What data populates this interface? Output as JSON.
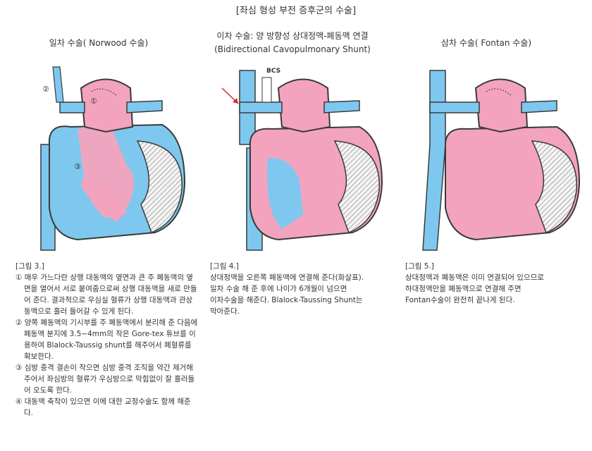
{
  "page_title": "[좌심 형성 부전 증후군의 수술]",
  "columns": [
    {
      "title_lines": [
        "일차 수술( Norwood 수술)"
      ],
      "labels": [
        "②",
        "①",
        "③"
      ],
      "figure_label": "[그림 3.]",
      "items": [
        "① 매우 가느다란 상행 대동맥의 옆면과 큰 주 폐동맥의 옆면을 열어서 서로 붙여줌으로써 상행 대동맥을 새로 만들어 준다. 결과적으로 우심실 혈류가 상행 대동맥과 관상동맥으로 흘러 들어갈 수 있게 된다.",
        "② 양쪽 폐동맥의 기시부를 주 폐동맥에서 분리해 준 다음에 폐동맥 분지에 3.5~4mm의 작은 Gore-tex 튜브를 이용하여 Blalock-Taussig shunt를 해주어서 폐혈류를 확보한다.",
        "③ 심방 중격 결손이 작으면 심방 중격 조직을 약간 제거해 주어서 좌심방의 혈류가 우심방으로 막힘없이 잘 흘러들어 오도록 한다.",
        "④ 대동맥 축착이 있으면 이에 대한 교정수술도 함께 해준다."
      ]
    },
    {
      "title_lines": [
        "이차 수술: 양 방향성 상대정맥-폐동맥 연결",
        "(Bidirectional Cavopulmonary Shunt)"
      ],
      "labels": [
        "BCS"
      ],
      "figure_label": "[그림 4.]",
      "lines": [
        "상대정맥을 오른쪽 폐동맥에 연결해 준다(화살표).",
        "일차 수술 해 준 후에 나이가 6개월이 넘으면",
        "이차수술을 해준다. Blalock-Taussing Shunt는",
        "막아준다."
      ]
    },
    {
      "title_lines": [
        "삼차 수술( Fontan 수술)"
      ],
      "labels": [],
      "figure_label": "[그림 5.]",
      "lines": [
        "상대정맥과 폐동맥은 이미 연결되어 있으므로",
        "하대정맥만을 폐동맥으로 연결해 주면",
        "Fontan수술이 완전히 끝나게 된다."
      ]
    }
  ],
  "colors": {
    "blue": "#7ec8ef",
    "pink": "#f3a3bd",
    "outline": "#3a3a3a"
  }
}
